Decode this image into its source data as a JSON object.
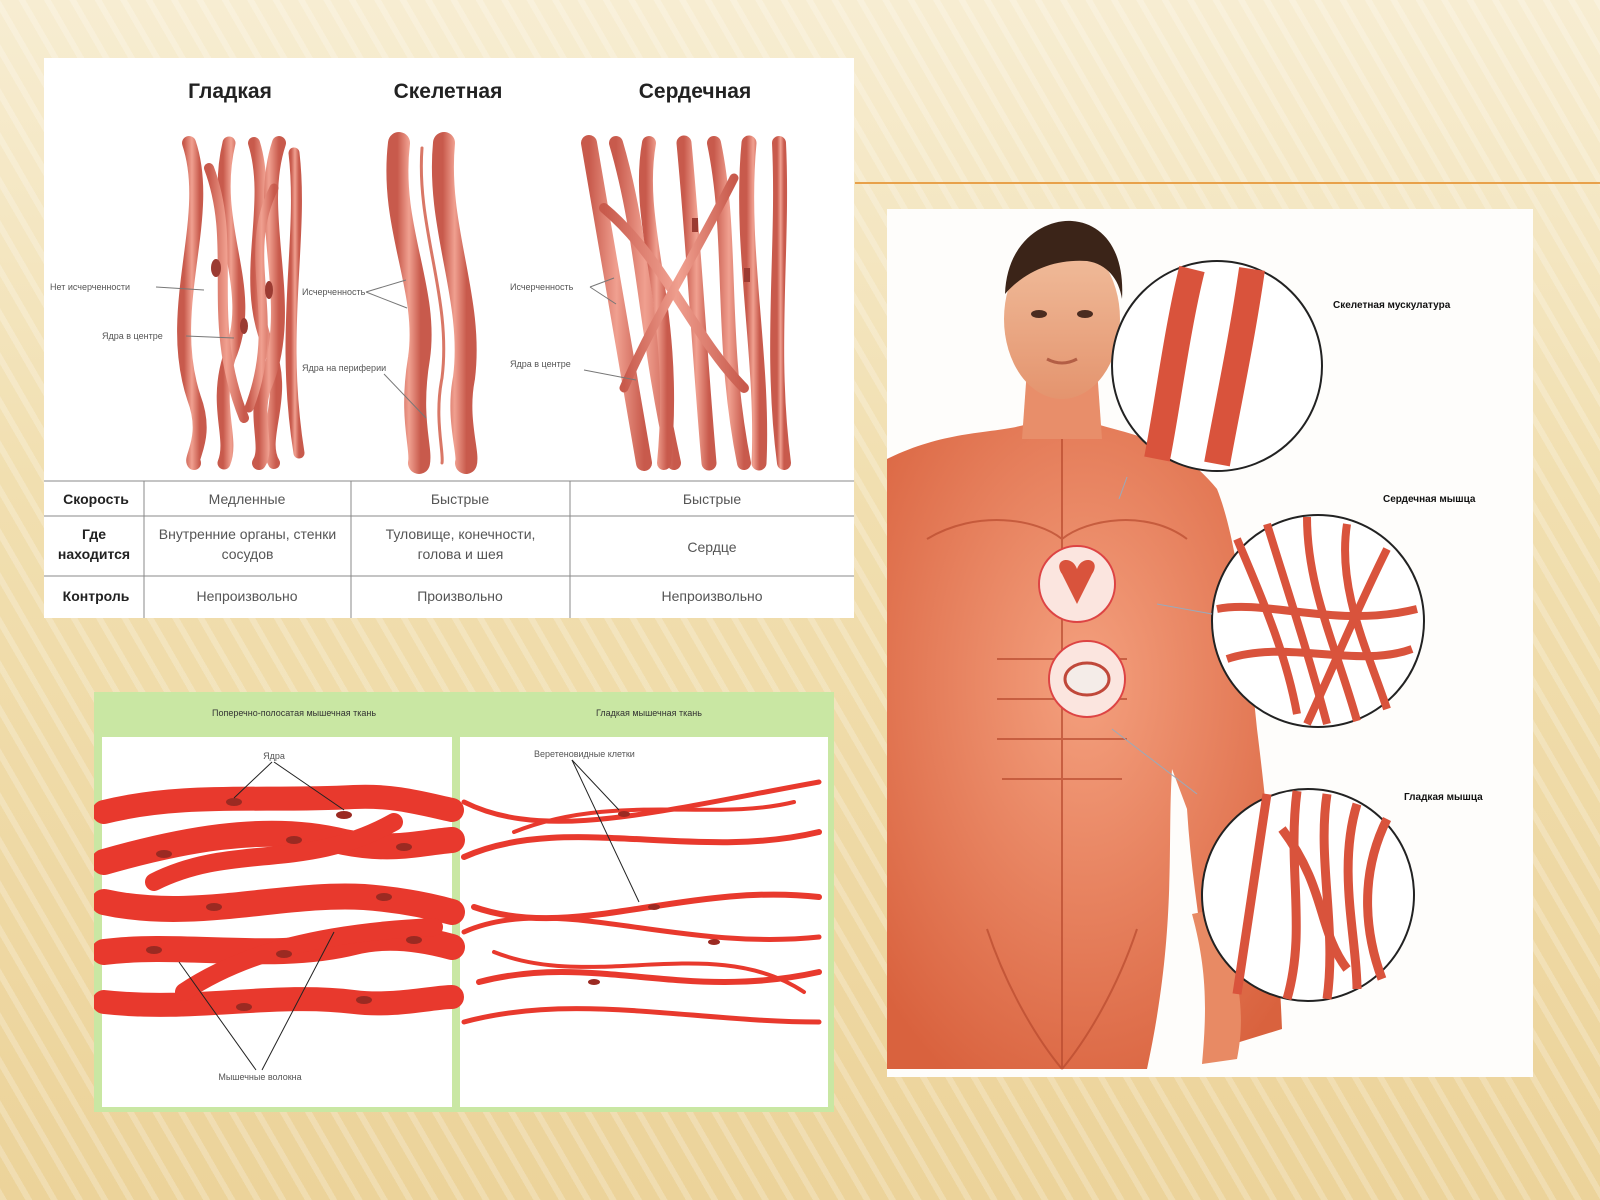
{
  "panel_a": {
    "columns": [
      "Гладкая",
      "Скелетная",
      "Сердечная"
    ],
    "annotations": {
      "smooth": [
        "Нет исчерченности",
        "Ядра в центре"
      ],
      "skeletal": [
        "Исчерченность",
        "Ядра на периферии"
      ],
      "cardiac": [
        "Исчерченность",
        "Ядра в центре"
      ]
    },
    "table": {
      "rows": [
        {
          "header": "Скорость",
          "cells": [
            "Медленные",
            "Быстрые",
            "Быстрые"
          ]
        },
        {
          "header": "Где находится",
          "cells": [
            "Внутренние органы, стенки сосудов",
            "Туловище, конечности, голова и шея",
            "Сердце"
          ]
        },
        {
          "header": "Контроль",
          "cells": [
            "Непроизвольно",
            "Произвольно",
            "Непроизвольно"
          ]
        }
      ]
    }
  },
  "panel_b": {
    "left_title": "Поперечно-полосатая мышечная ткань",
    "right_title": "Гладкая мышечная ткань",
    "left_top_label": "Ядра",
    "left_bottom_label": "Мышечные волокна",
    "right_label": "Веретеновидные клетки"
  },
  "panel_c": {
    "labels": [
      "Скелетная мускулатура",
      "Сердечная мышца",
      "Гладкая мышца"
    ]
  },
  "colors": {
    "fiber": "#e07a6a",
    "fiber_dark": "#c85a4c",
    "bright_fiber": "#e8392d",
    "accent_line": "#e8a14a",
    "green_header": "#c9e7a3"
  }
}
